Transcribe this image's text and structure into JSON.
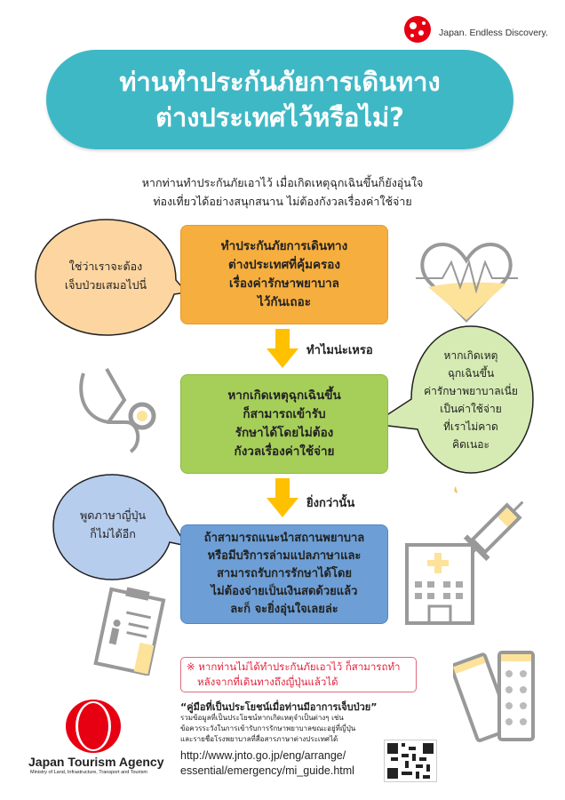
{
  "branding": {
    "tagline": "Japan. Endless Discovery.",
    "accent_red": "#e60012"
  },
  "title": {
    "line1": "ท่านทำประกันภัยการเดินทาง",
    "line2": "ต่างประเทศไว้หรือไม่?",
    "background": "#3fb8c6"
  },
  "intro": {
    "line1": "หากท่านทำประกันภัยเอาไว้ เมื่อเกิดเหตุฉุกเฉินขึ้นก็ยังอุ่นใจ",
    "line2": "ท่องเที่ยวได้อย่างสนุกสนาน ไม่ต้องกังวลเรื่องค่าใช้จ่าย"
  },
  "flow": {
    "step1": {
      "lines": [
        "ทำประกันภัยการเดินทาง",
        "ต่างประเทศที่คุ้มครอง",
        "เรื่องค่ารักษาพยาบาล",
        "ไว้กันเถอะ"
      ],
      "color": "#f6ae3e"
    },
    "arrow1_label": "ทำไมน่ะเหรอ",
    "step2": {
      "lines": [
        "หากเกิดเหตุฉุกเฉินขึ้น",
        "ก็สามารถเข้ารับ",
        "รักษาได้โดยไม่ต้อง",
        "กังวลเรื่องค่าใช้จ่าย"
      ],
      "color": "#a6cf5a"
    },
    "arrow2_label": "ยิ่งกว่านั้น",
    "step3": {
      "lines": [
        "ถ้าสามารถแนะนำสถานพยาบาล",
        "หรือมีบริการล่ามแปลภาษาและ",
        "สามารถรับการรักษาได้โดย",
        "ไม่ต้องจ่ายเป็นเงินสดด้วยแล้ว",
        "ละก็ จะยิ่งอุ่นใจเลยล่ะ"
      ],
      "color": "#6d9fd6"
    },
    "arrow_color": "#ffc000"
  },
  "bubbles": {
    "orange": {
      "lines": [
        "ใช่ว่าเราจะต้อง",
        "เจ็บป่วยเสมอไปนี่"
      ],
      "color": "#fdd5a0"
    },
    "green": {
      "lines": [
        "หากเกิดเหตุ",
        "ฉุกเฉินขึ้น",
        "ค่ารักษาพยาบาลเนี่ย",
        "เป็นค่าใช้จ่าย",
        "ที่เราไม่คาด",
        "คิดเนอะ"
      ],
      "color": "#d6ebb3"
    },
    "blue": {
      "lines": [
        "พูดภาษาญี่ปุ่น",
        "ก็ไม่ได้อีก"
      ],
      "color": "#b7cdee"
    }
  },
  "icons": [
    "heart-monitor-icon",
    "stethoscope-icon",
    "syringe-icon",
    "hospital-icon",
    "clipboard-icon",
    "pills-icon"
  ],
  "note": {
    "line1": "※ หากท่านไม่ได้ทำประกันภัยเอาไว้ ก็สามารถทำ",
    "line2": "หลังจากที่เดินทางถึงญี่ปุ่นแล้วได้"
  },
  "guide": {
    "title": "“คู่มือที่เป็นประโยชน์เมื่อท่านมีอาการเจ็บป่วย”",
    "desc_lines": [
      "รวมข้อมูลที่เป็นประโยชน์หากเกิดเหตุจำเป็นต่างๆ เช่น",
      "ข้อควรระวังในการเข้ารับการรักษาพยาบาลขณะอยู่ที่ญี่ปุ่น",
      "และรายชื่อโรงพยาบาลที่สื่อสารภาษาต่างประเทศได้"
    ],
    "url_line1": "http://www.jnto.go.jp/eng/arrange/",
    "url_line2": "essential/emergency/mi_guide.html"
  },
  "agency": {
    "name": "Japan Tourism Agency",
    "ministry": "Ministry of Land, Infrastructure, Transport and Tourism"
  }
}
